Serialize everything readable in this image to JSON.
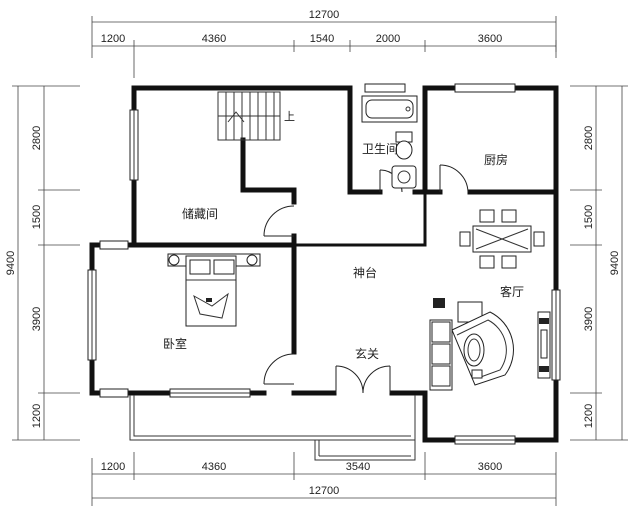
{
  "dimensions": {
    "top_total": "12700",
    "top_segments": [
      "1200",
      "4360",
      "1540",
      "2000",
      "3600"
    ],
    "bottom_segments": [
      "1200",
      "4360",
      "3540",
      "3600"
    ],
    "bottom_total": "12700",
    "left_total": "9400",
    "left_segments": [
      "2800",
      "1500",
      "3900",
      "1200"
    ],
    "right_total": "9400",
    "right_segments": [
      "2800",
      "1500",
      "3900",
      "1200"
    ]
  },
  "rooms": {
    "storage": "储藏间",
    "bathroom": "卫生间",
    "kitchen": "厨房",
    "living": "客厅",
    "altar": "神台",
    "bedroom": "卧室",
    "entrance": "玄关",
    "stair_up": "上"
  }
}
